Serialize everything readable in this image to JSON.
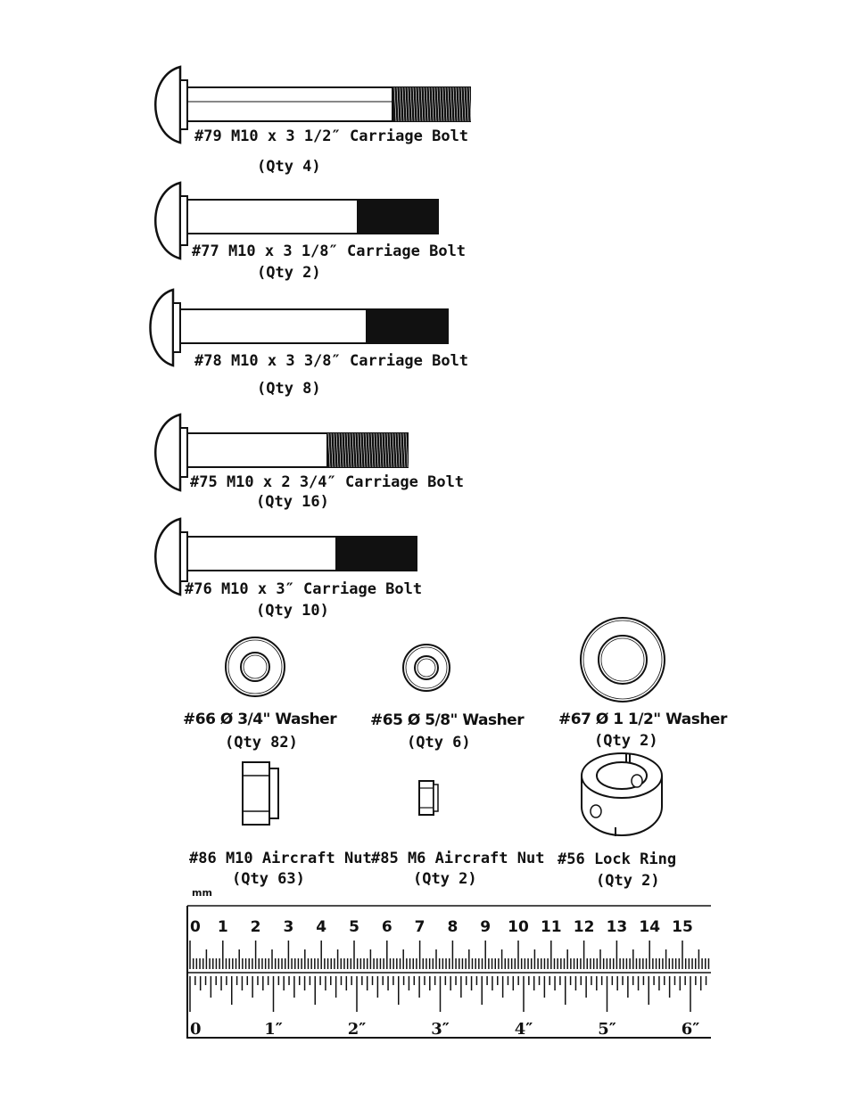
{
  "bolts": [
    {
      "id": "79",
      "label": "#79 M10 x 3 1/2″ Carriage Bolt",
      "qty": "(Qty 4)",
      "thread_style": "fine"
    },
    {
      "id": "77",
      "label": "#77 M10 x 3 1/8″ Carriage Bolt",
      "qty": "(Qty 2)",
      "thread_style": "solid"
    },
    {
      "id": "78",
      "label": "#78 M10 x 3 3/8″ Carriage Bolt",
      "qty": "(Qty 8)",
      "thread_style": "solid"
    },
    {
      "id": "75",
      "label": "#75 M10 x 2 3/4″ Carriage Bolt",
      "qty": "(Qty 16)",
      "thread_style": "fine"
    },
    {
      "id": "76",
      "label": "#76 M10 x 3″ Carriage Bolt",
      "qty": "(Qty 10)",
      "thread_style": "solid"
    }
  ],
  "washers": [
    {
      "id": "66",
      "label": "#66 Ø 3/4\" Washer",
      "qty": "(Qty 82)"
    },
    {
      "id": "65",
      "label": "#65 Ø 5/8\" Washer",
      "qty": "(Qty 6)"
    },
    {
      "id": "67",
      "label": "#67 Ø 1 1/2\" Washer",
      "qty": "(Qty 2)"
    }
  ],
  "nuts": [
    {
      "id": "86",
      "label": "#86 M10 Aircraft Nut",
      "qty": "(Qty 63)"
    },
    {
      "id": "85",
      "label": "#85 M6 Aircraft Nut",
      "qty": "(Qty 2)"
    },
    {
      "id": "56",
      "label": "#56 Lock Ring",
      "qty": "(Qty 2)"
    }
  ],
  "ruler": {
    "mm_unit": "mm",
    "cm_labels": [
      "0",
      "1",
      "2",
      "3",
      "4",
      "5",
      "6",
      "7",
      "8",
      "9",
      "10",
      "11",
      "12",
      "13",
      "14",
      "15"
    ],
    "inch_labels": [
      "0",
      "1″",
      "2″",
      "3″",
      "4″",
      "5″",
      "6″"
    ]
  }
}
